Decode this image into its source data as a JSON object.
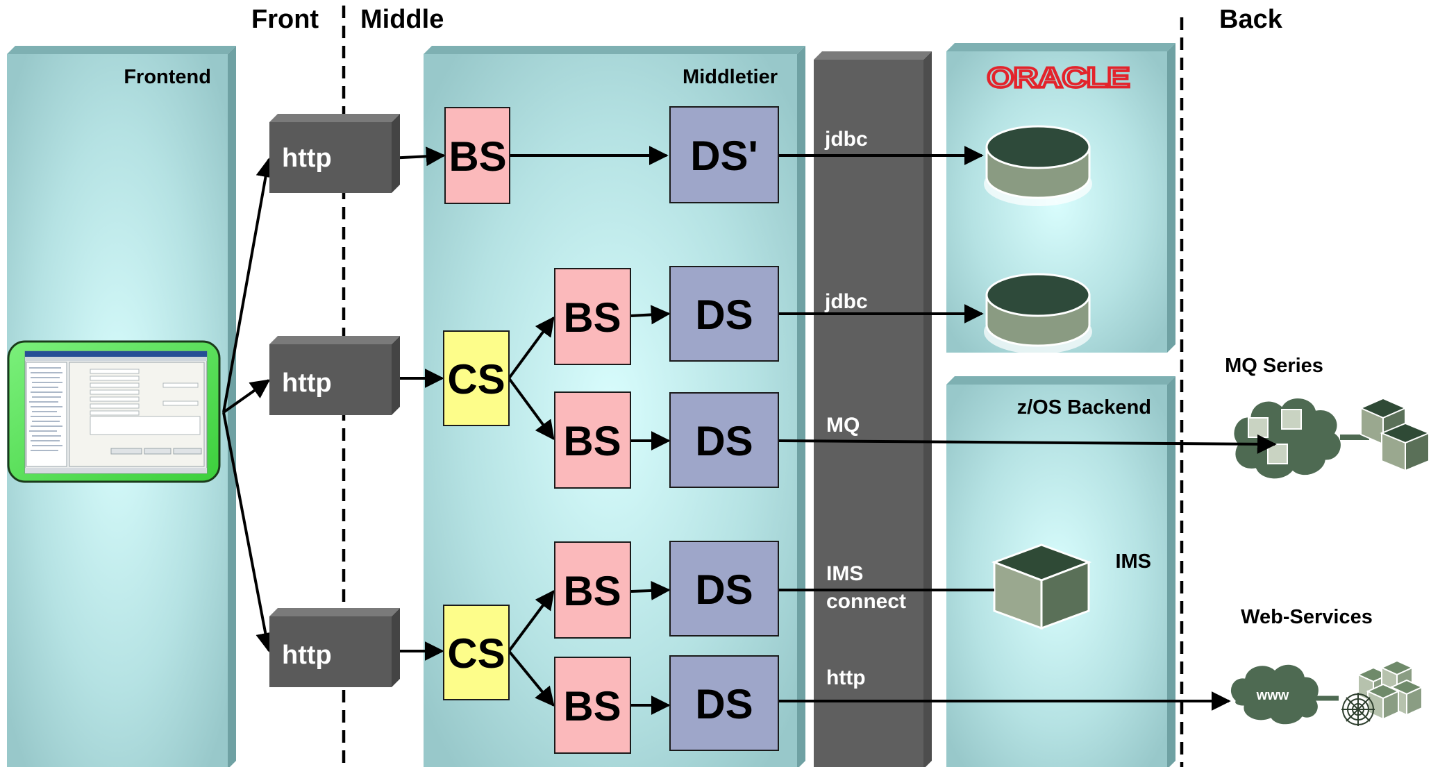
{
  "sections": {
    "front": "Front",
    "middle": "Middle",
    "back": "Back"
  },
  "panels": {
    "frontend": "Frontend",
    "middletier": "Middletier",
    "oracle_logo": "ORACLE",
    "zos": "z/OS Backend"
  },
  "http_boxes": [
    "http",
    "http",
    "http"
  ],
  "cs_boxes": [
    "CS",
    "CS"
  ],
  "bs_boxes": [
    "BS",
    "BS",
    "BS",
    "BS",
    "BS"
  ],
  "ds_boxes": [
    "DS'",
    "DS",
    "DS",
    "DS",
    "DS"
  ],
  "connections": {
    "jdbc1": "jdbc",
    "jdbc2": "jdbc",
    "mq": "MQ",
    "ims_line1": "IMS",
    "ims_line2": "connect",
    "http": "http"
  },
  "backends": {
    "mq_series": "MQ Series",
    "ims": "IMS",
    "web_services": "Web-Services",
    "www": "www"
  },
  "colors": {
    "panel": "#a9d6d8",
    "panel_glow": "#d6fbfb",
    "dark_bar": "#5f5f5f",
    "http_box": "#5a5a5a",
    "bs_fill": "#fbb9bb",
    "ds_fill": "#9ea6c9",
    "cs_fill": "#fdfd8a",
    "oracle_red": "#e3232b",
    "db_dark": "#2e4a3a",
    "db_side": "#8a9b82",
    "cloud": "#4e6a52"
  }
}
